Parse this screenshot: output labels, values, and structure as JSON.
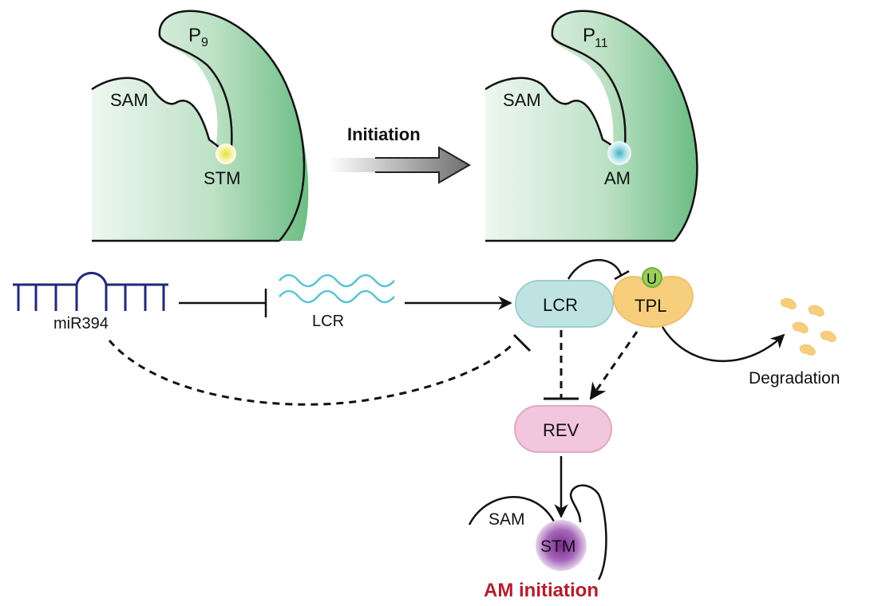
{
  "panel_before": {
    "primordium_label": "P",
    "primordium_sub": "9",
    "sam_label": "SAM",
    "spot_label": "STM"
  },
  "initiation_arrow": {
    "label": "Initiation"
  },
  "panel_after": {
    "primordium_label": "P",
    "primordium_sub": "11",
    "sam_label": "SAM",
    "spot_label": "AM"
  },
  "pathway": {
    "mirna_label": "miR394",
    "mrna_label": "LCR",
    "lcr_protein_label": "LCR",
    "tpl_label": "TPL",
    "ubiquitin_label": "U",
    "degradation_label": "Degradation",
    "rev_label": "REV",
    "sam_small_label": "SAM",
    "stm_label": "STM",
    "outcome_label": "AM initiation"
  },
  "colors": {
    "tissue_green": "#6fbf86",
    "mirna_blue": "#1f2a7a",
    "mrna_cyan": "#5cc3d6",
    "lcr_fill": "#bfe3e3",
    "tpl_fill": "#f7cf7c",
    "ubiquitin_green": "#9ccf5a",
    "rev_fill": "#f2c6dc",
    "stm_purple": "#8a3e9e",
    "outcome_red": "#b01f2e"
  }
}
